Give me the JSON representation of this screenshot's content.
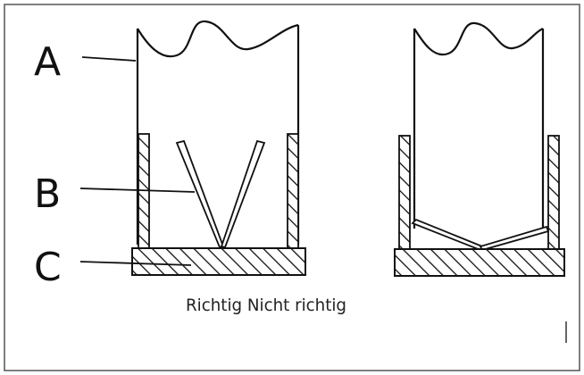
{
  "labels": {
    "a": "A",
    "b": "B",
    "c": "C"
  },
  "caption": "Richtig Nicht richtig",
  "colors": {
    "ink": "#111111",
    "border": "#555555",
    "background": "#ffffff"
  }
}
